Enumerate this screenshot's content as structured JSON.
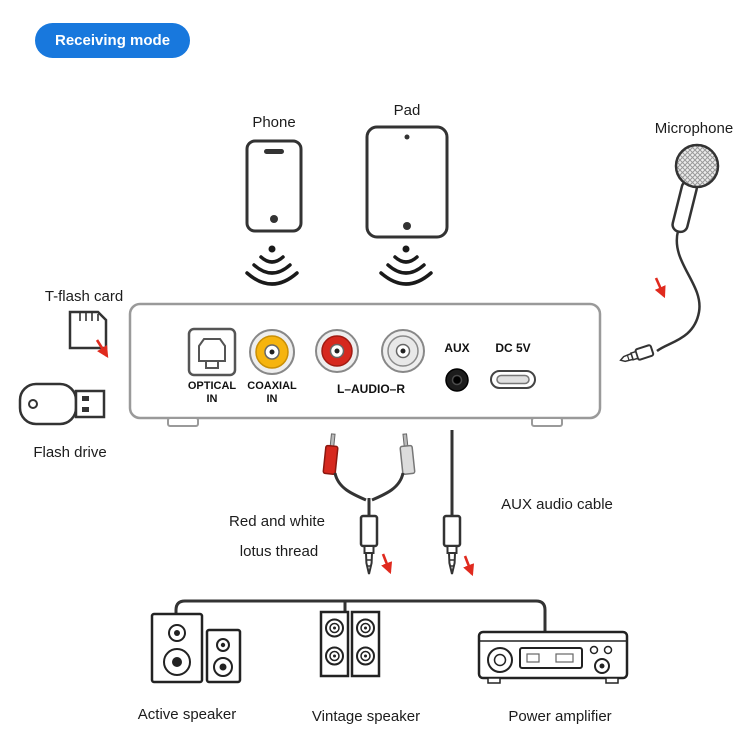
{
  "badge": {
    "label": "Receiving mode"
  },
  "colors": {
    "badge_bg": "#1878dd",
    "badge_text": "#ffffff",
    "arrow_red": "#e02a1e",
    "coaxial_yellow": "#f6b40e",
    "rca_red": "#d6281e",
    "outline": "#333333"
  },
  "sources": {
    "phone": {
      "label": "Phone"
    },
    "pad": {
      "label": "Pad"
    },
    "microphone": {
      "label": "Microphone"
    },
    "tflash": {
      "label": "T-flash card"
    },
    "flashdrive": {
      "label": "Flash drive"
    }
  },
  "receiver": {
    "ports": {
      "optical_line1": "OPTICAL",
      "optical_line2": "IN",
      "coaxial_line1": "COAXIAL",
      "coaxial_line2": "IN",
      "audio": "L–AUDIO–R",
      "aux": "AUX",
      "dc": "DC 5V"
    }
  },
  "cables": {
    "rca_line1": "Red and white",
    "rca_line2": "lotus thread",
    "aux": "AUX audio cable"
  },
  "outputs": {
    "active_speaker": {
      "label": "Active speaker"
    },
    "vintage_speaker": {
      "label": "Vintage speaker"
    },
    "power_amplifier": {
      "label": "Power amplifier"
    }
  },
  "icons": {
    "phone": "smartphone-outline",
    "pad": "tablet-outline",
    "wireless_signal": "signal-waves",
    "microphone": "handheld-mic",
    "tflash_card": "microsd-card",
    "flash_drive": "usb-stick",
    "receiver": "front-panel-with-ports",
    "optical_port": "toslink-square",
    "coaxial_port": "yellow-rca-jack",
    "audio_left_port": "red-rca-jack",
    "audio_right_port": "white-rca-jack",
    "aux_port": "3.5mm-jack",
    "dc_port": "usb-power-port",
    "rca_cable": "rca-to-3.5mm-cable",
    "aux_cable": "3.5mm-audio-cable",
    "red_arrow": "plug-direction-arrow",
    "active_speaker": "bookshelf-speakers",
    "vintage_speaker": "tower-speakers",
    "power_amplifier": "stereo-amplifier"
  }
}
